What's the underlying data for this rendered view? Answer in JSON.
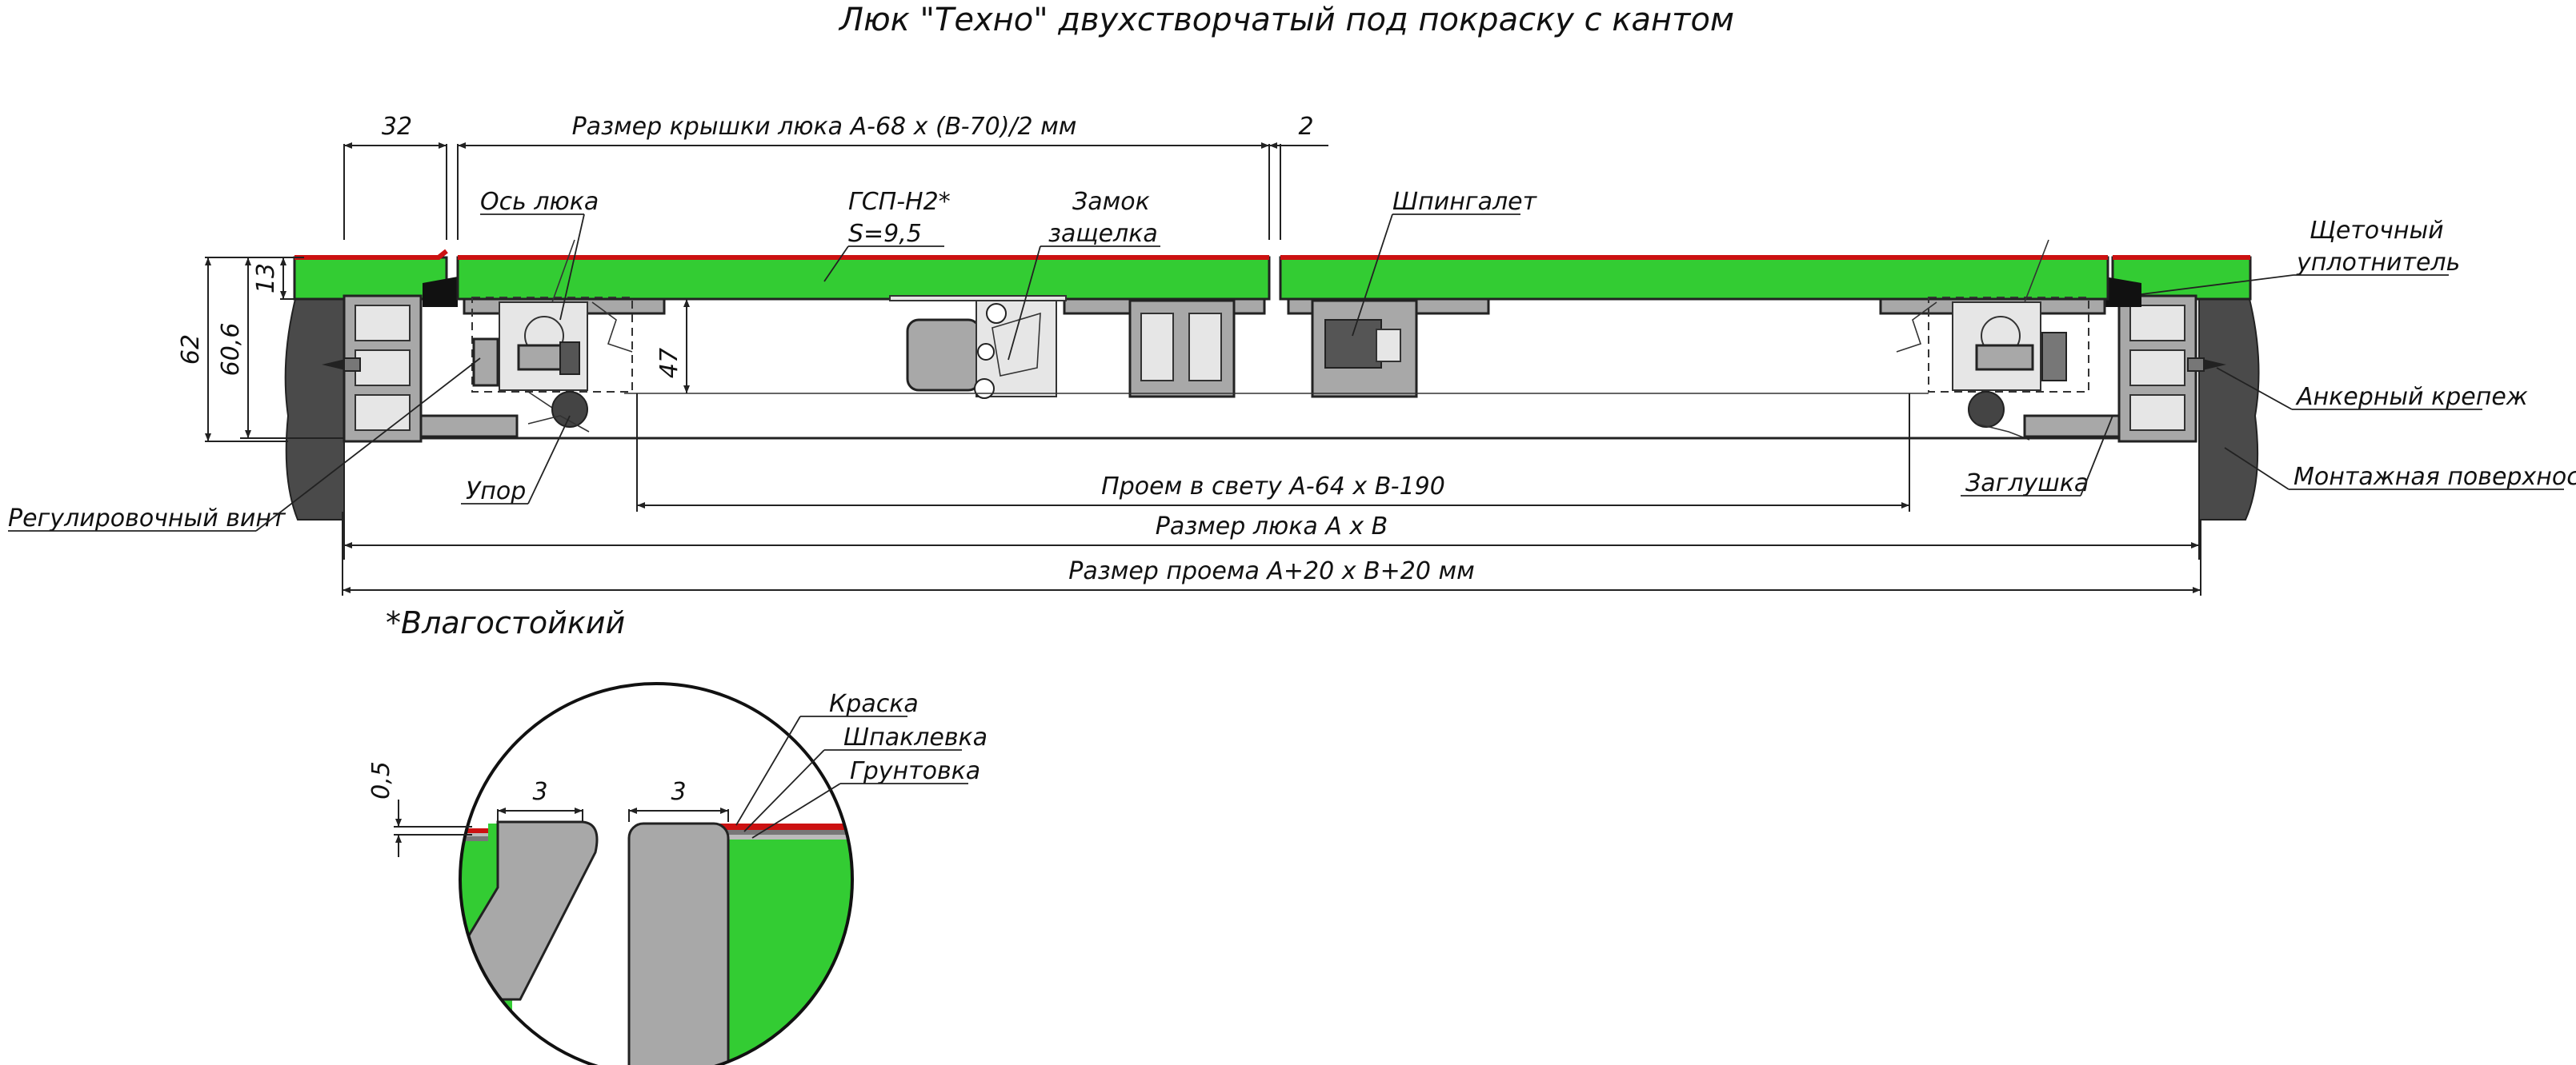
{
  "title": "Люк \"Техно\" двухстворчатый под покраску с кантом",
  "dimensions": {
    "left_32": "32",
    "cover_size": "Размер крышки люка A-68 x (B-70)/2 мм",
    "gap_2": "2",
    "h13": "13",
    "h62": "62",
    "h60_6": "60,6",
    "h47": "47",
    "clear_opening": "Проем в свету A-64 x B-190",
    "hatch_size": "Размер люка A x B",
    "opening_size": "Размер проема A+20 x B+20 мм",
    "detail_05": "0,5",
    "detail_3a": "3",
    "detail_3b": "3"
  },
  "labels": {
    "axis": "Ось люка",
    "gsp1": "ГСП-Н2*",
    "gsp2": "S=9,5",
    "lock1": "Замок",
    "lock2": "защелка",
    "latch": "Шпингалет",
    "brush1": "Щеточный",
    "brush2": "уплотнитель",
    "anchor": "Анкерный крепеж",
    "surface": "Монтажная поверхность",
    "plug": "Заглушка",
    "stop": "Упор",
    "screw": "Регулировочный винт",
    "moisture": "*Влагостойкий",
    "paint": "Краска",
    "putty": "Шпаклевка",
    "primer": "Грунтовка"
  },
  "colors": {
    "panel": "#33cc33",
    "paint_layer": "#cc1111",
    "profile": "#a8a8a8",
    "wall": "#4a4a4a"
  }
}
